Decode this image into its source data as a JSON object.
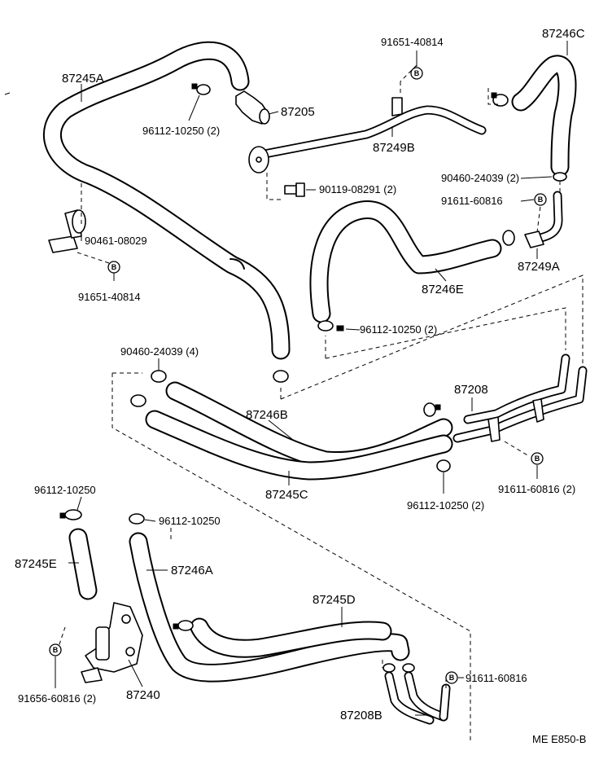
{
  "labels": {
    "p87245A": "87245A",
    "p96112_10250_2_a": "96112-10250 (2)",
    "p87205": "87205",
    "p91651_40814_top": "91651-40814",
    "p87249B": "87249B",
    "p87246C": "87246C",
    "p90119_08291": "90119-08291 (2)",
    "p90460_24039_2": "90460-24039 (2)",
    "p91611_60816_top": "91611-60816",
    "p90461_08029": "90461-08029",
    "p91651_40814_left": "91651-40814",
    "p87246E": "87246E",
    "p87249A": "87249A",
    "p96112_10250_2_b": "96112-10250 (2)",
    "p90460_24039_4": "90460-24039 (4)",
    "p87208": "87208",
    "p87246B": "87246B",
    "p87245C": "87245C",
    "p91611_60816_2": "91611-60816 (2)",
    "p96112_10250_2_c": "96112-10250 (2)",
    "p96112_10250_d": "96112-10250",
    "p96112_10250_e": "96112-10250",
    "p87245E": "87245E",
    "p87246A": "87246A",
    "p87245D": "87245D",
    "p91656_60816": "91656-60816 (2)",
    "p87240": "87240",
    "p91611_60816_bottom": "91611-60816",
    "p87208B": "87208B",
    "ref_code": "ME E850-B"
  },
  "bolt_marker": "B"
}
